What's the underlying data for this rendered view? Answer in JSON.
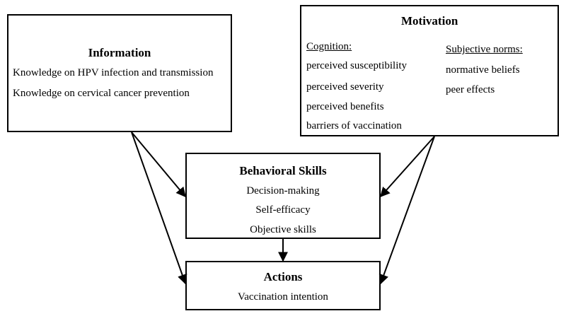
{
  "information": {
    "title": "Information",
    "items": [
      "Knowledge on HPV infection and transmission",
      "Knowledge on cervical cancer prevention"
    ]
  },
  "motivation": {
    "title": "Motivation",
    "cognition": {
      "heading": "Cognition:",
      "items": [
        "perceived susceptibility",
        "perceived severity",
        "perceived benefits",
        "barriers of vaccination"
      ]
    },
    "norms": {
      "heading": "Subjective norms:",
      "items": [
        "normative beliefs",
        "peer effects"
      ]
    }
  },
  "behavioral": {
    "title": "Behavioral Skills",
    "items": [
      "Decision-making",
      "Self-efficacy",
      "Objective skills"
    ]
  },
  "actions": {
    "title": "Actions",
    "items": [
      "Vaccination intention"
    ]
  }
}
